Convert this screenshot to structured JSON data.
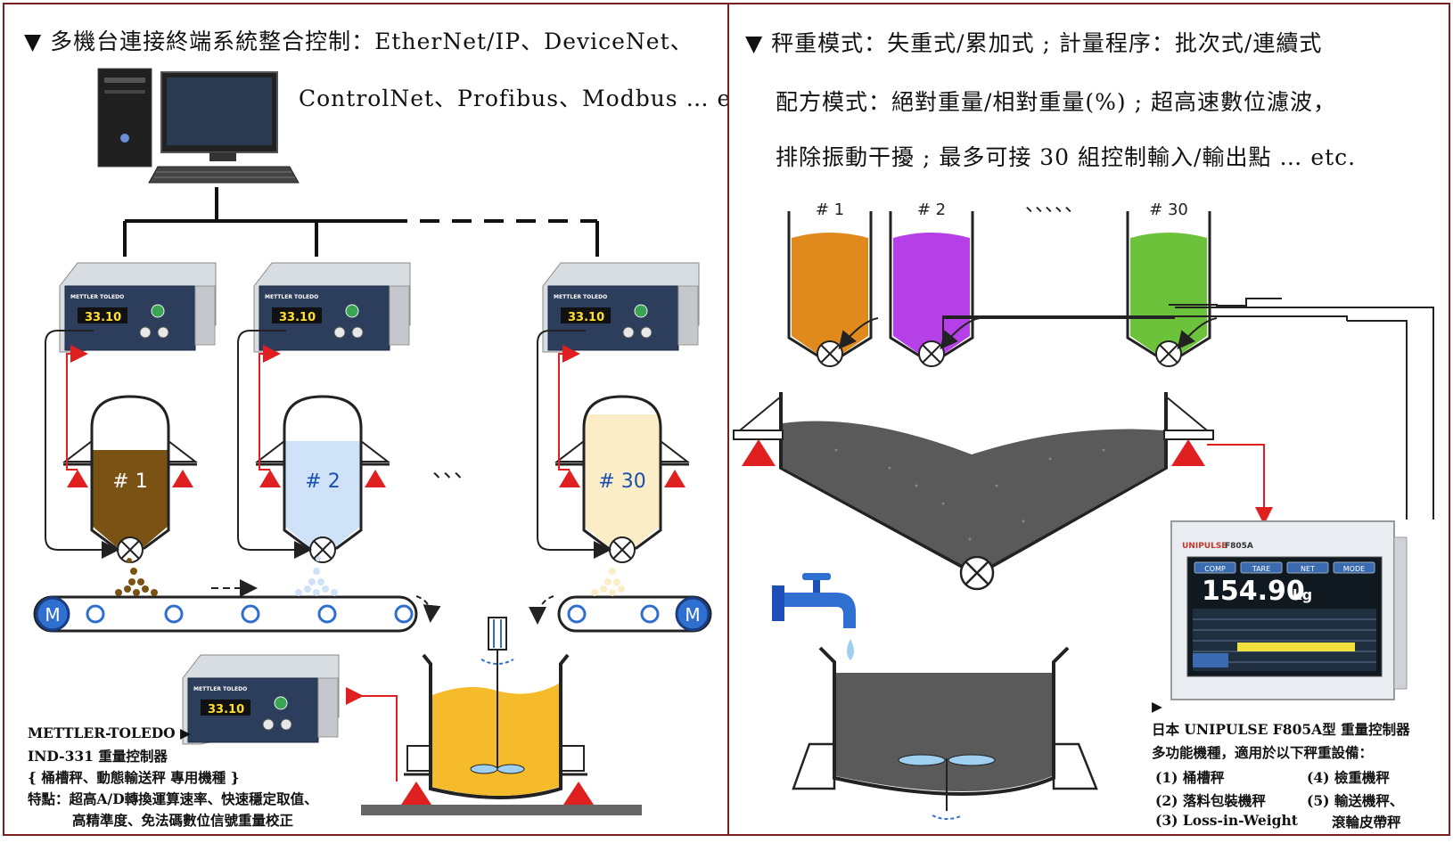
{
  "left": {
    "heading_line1": "▼ 多機台連接終端系統整合控制：EtherNet/IP、DeviceNet、",
    "heading_line2": "ControlNet、Profibus、Modbus … etc.",
    "hopper_labels": [
      "# 1",
      "# 2",
      "# 30"
    ],
    "ellipsis": "、、、",
    "brand_label": "METTLER TOLEDO",
    "display_value": "33.10",
    "caption": {
      "line1": "METTLER-TOLEDO ▶",
      "line2": "IND-331 重量控制器",
      "line3": "{ 桶槽秤、動態輸送秤 專用機種 }",
      "line4": "特點：超高A/D轉換運算速率、快速穩定取值、",
      "line5": "高精準度、免法碼數位信號重量校正"
    }
  },
  "right": {
    "heading_line1": "▼ 秤重模式：失重式/累加式 ; 計量程序：批次式/連續式",
    "heading_line2": "配方模式：絕對重量/相對重量(%) ; 超高速數位濾波，",
    "heading_line3": "排除振動干擾 ; 最多可接 30 組控制輸入/輸出點 … etc.",
    "bin_labels": [
      "# 1",
      "# 2",
      "# 30"
    ],
    "ellipsis": "、、、、、",
    "device": {
      "brand": "UNIPULSE",
      "model": "F805A",
      "buttons": [
        "COMP",
        "TARE",
        "NET",
        "MODE"
      ],
      "value": "154.90",
      "unit": "kg"
    },
    "caption": {
      "arrow": "▶",
      "line1": "日本 UNIPULSE F805A型 重量控制器",
      "line2": "多功能機種，適用於以下秤重設備：",
      "items_left": [
        "(1) 桶槽秤",
        "(2) 落料包裝機秤",
        "(3) Loss-in-Weight"
      ],
      "items_right": [
        "(4) 檢重機秤",
        "(5) 輸送機秤、",
        "滾輪皮帶秤"
      ]
    }
  },
  "colors": {
    "border": "#7a1f1f",
    "red": "#e02020",
    "brown": "#7a5214",
    "light_blue": "#cfe2f8",
    "cream": "#fbedc8",
    "orange": "#e08a1e",
    "purple": "#b540e8",
    "green": "#6cc23a",
    "mixer_yellow": "#f5bb2a",
    "gray_material": "#5a5a5a",
    "motor_blue": "#2f6fd0"
  }
}
